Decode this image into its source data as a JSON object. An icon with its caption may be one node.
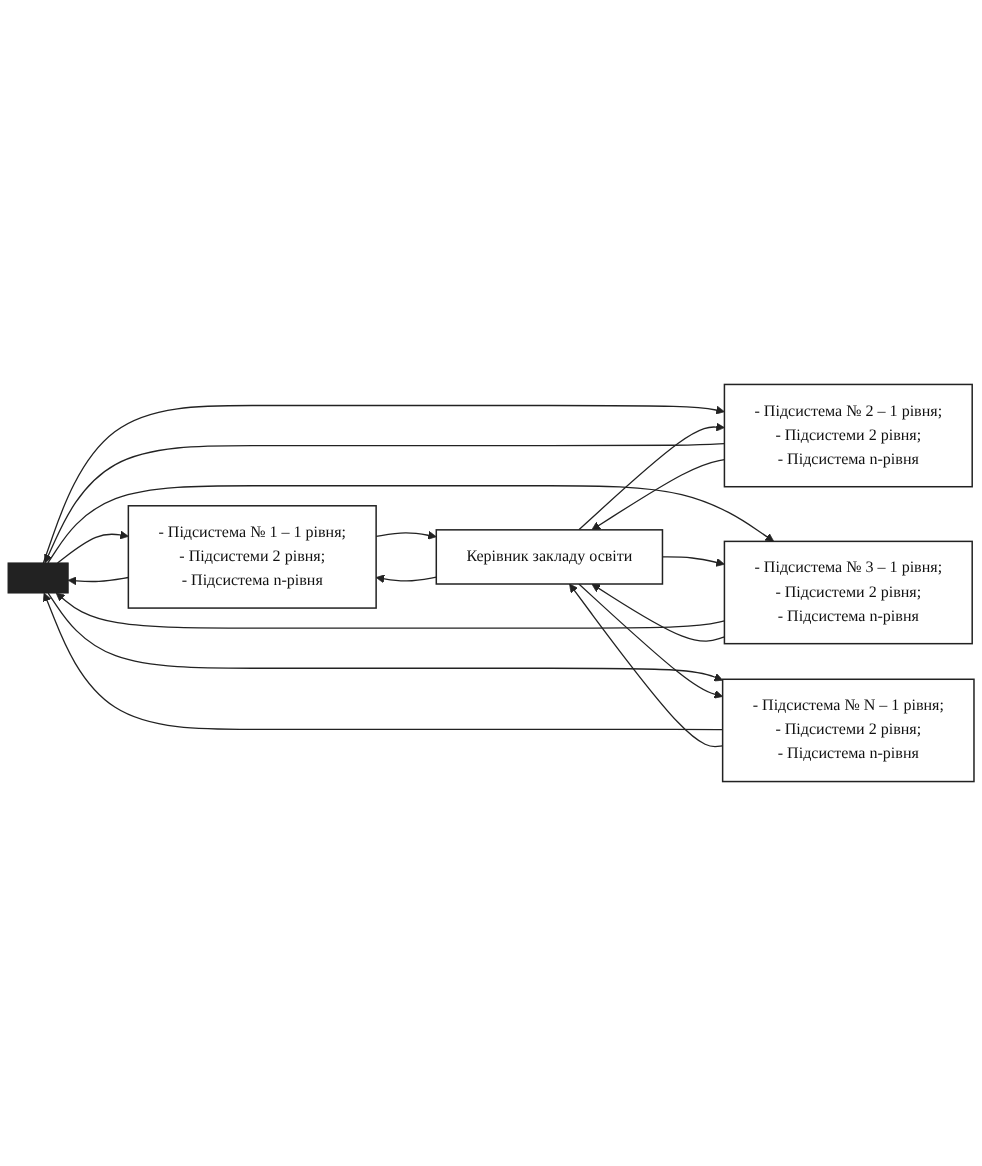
{
  "diagram": {
    "nodes": [
      {
        "text": [],
        "shape": "bar"
      },
      {
        "text": [
          "- Підсистема № 1 – 1 рівня;",
          "- Підсистеми 2 рівня;",
          "- Підсистема n-рівня"
        ]
      },
      {
        "text": [
          "- Підсистема № 2 – 1 рівня;",
          "- Підсистеми 2 рівня;",
          "- Підсистема n-рівня"
        ]
      },
      {
        "text": [
          "- Підсистема № 3 – 1 рівня;",
          "- Підсистеми 2 рівня;",
          "- Підсистема n-рівня"
        ]
      },
      {
        "text": [
          "- Підсистема № N – 1 рівня;",
          "- Підсистеми 2 рівня;",
          "- Підсистема n-рівня"
        ]
      },
      {
        "text": [
          "Керівник закладу освіти"
        ]
      }
    ],
    "edges": [
      {
        "from": 0,
        "to": 1,
        "arrow": "to"
      },
      {
        "from": 1,
        "to": 0,
        "arrow": "to"
      },
      {
        "from": 1,
        "to": 5,
        "arrow": "to"
      },
      {
        "from": 5,
        "to": 1,
        "arrow": "to"
      },
      {
        "from": 0,
        "to": 2,
        "arrow": "to"
      },
      {
        "from": 2,
        "to": 0,
        "arrow": "to"
      },
      {
        "from": 2,
        "to": 5,
        "arrow": "to"
      },
      {
        "from": 5,
        "to": 2,
        "arrow": "to"
      },
      {
        "from": 0,
        "to": 3,
        "arrow": "to"
      },
      {
        "from": 3,
        "to": 0,
        "arrow": "to"
      },
      {
        "from": 3,
        "to": 5,
        "arrow": "to"
      },
      {
        "from": 5,
        "to": 3,
        "arrow": "to"
      },
      {
        "from": 0,
        "to": 4,
        "arrow": "to"
      },
      {
        "from": 4,
        "to": 0,
        "arrow": "to"
      },
      {
        "from": 4,
        "to": 5,
        "arrow": "to"
      },
      {
        "from": 5,
        "to": 4,
        "arrow": "to"
      }
    ]
  }
}
